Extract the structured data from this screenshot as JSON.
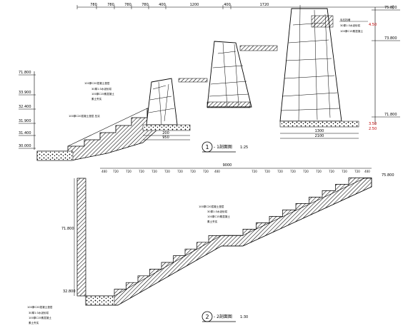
{
  "section1": {
    "dims_top": [
      "780",
      "780",
      "780",
      "780",
      "400",
      "1200",
      "400",
      "1720"
    ],
    "elev_left": [
      "71.800",
      "33.900",
      "32.400",
      "31.900",
      "31.400",
      "30.000"
    ],
    "elev_right": [
      "75.800",
      "73.800",
      "71.800"
    ],
    "elev_red": [
      "4.50",
      "3.50",
      "2.50"
    ],
    "dims_bottom_left": [
      "200",
      "950"
    ],
    "dims_bottom_right": [
      "1300",
      "2100"
    ],
    "title_num": "1",
    "title_text": "- 1剖面图",
    "title_scale": "1:25",
    "notes_left": [
      "100厚C20混凝土垫层",
      "30厚1:3水泥砂浆",
      "100厚C15素混凝土",
      "素土夯实",
      "100厚C20混凝土垫层 压实"
    ],
    "notes_right": [
      "毛石挡墙",
      "30厚1:3水泥砂浆",
      "100厚C15素混凝土"
    ]
  },
  "section2": {
    "dims_top": [
      "400",
      "720",
      "720",
      "720",
      "720",
      "720",
      "720",
      "720",
      "720",
      "400",
      "9000",
      "720",
      "720",
      "720",
      "720",
      "720",
      "720",
      "720",
      "720",
      "720",
      "400"
    ],
    "elev": [
      "75.800",
      "71.800",
      "32.800"
    ],
    "title_num": "2",
    "title_text": "- 2剖面图",
    "title_scale": "1:30",
    "notes_mid": [
      "100厚C20混凝土垫层",
      "30厚1:3水泥砂浆",
      "100厚C15素混凝土",
      "素土夯实"
    ],
    "notes_bottom": [
      "100厚C20混凝土垫层",
      "30厚1:3水泥砂浆",
      "100厚C15素混凝土",
      "素土夯实"
    ]
  }
}
